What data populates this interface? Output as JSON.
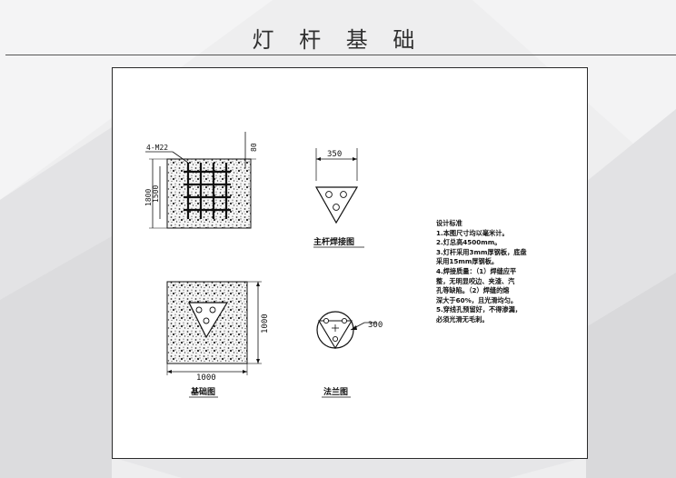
{
  "page": {
    "title": "灯 杆 基 础"
  },
  "drawing": {
    "plan_view": {
      "anchor_bolt_label": "4-M22",
      "dim_height_outer": "1800",
      "dim_height_inner": "1500",
      "dim_offset": "80"
    },
    "weld_plate": {
      "width": "350",
      "caption": "主杆焊接图"
    },
    "foundation": {
      "width": "1000",
      "height": "1000",
      "caption": "基础图"
    },
    "flange": {
      "diameter": "300",
      "caption": "法兰图"
    }
  },
  "notes": {
    "heading": "设计标准",
    "lines": [
      "1.本图尺寸均以毫米计。",
      "2.灯总高4500mm。",
      "3.灯杆采用3mm厚钢板，底盘",
      "  采用15mm厚钢板。",
      "4.焊接质量：（1）焊缝应平",
      "  整，无明显咬边、夹渣、汽",
      "  孔等缺陷。（2）焊缝的熔",
      "  深大于60%，且光滑均匀。",
      "5.穿线孔预留好，不得渗漏，",
      "  必须光滑无毛刺。"
    ]
  }
}
